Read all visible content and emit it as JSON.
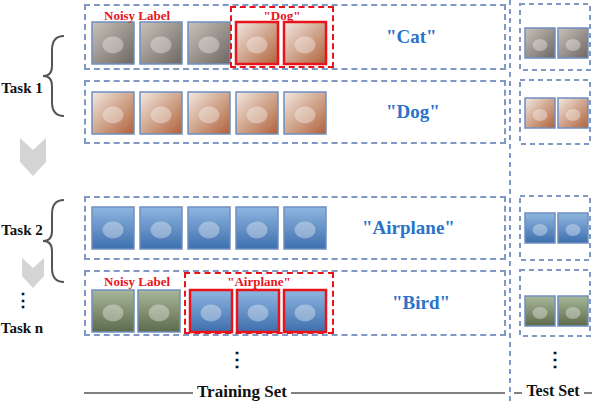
{
  "diagram": {
    "nodes": [
      {
        "text": [
          "Noisy Label",
          "\"Cat\""
        ]
      },
      {
        "text": [
          "\"Dog\""
        ],
        "in": 0
      },
      {
        "text": [
          "\"Dog\""
        ]
      },
      {
        "text": [
          "\"Airplane\""
        ]
      },
      {
        "text": [
          "Noisy Label",
          "\"Bird\""
        ]
      },
      {
        "text": [
          "\"Airplane\""
        ],
        "in": 4
      }
    ],
    "edges": [],
    "labels": [
      "Task 1",
      "Task 2",
      "⋮",
      "Task n",
      "⋮",
      "⋮",
      "Training Set",
      "Test Set"
    ]
  }
}
